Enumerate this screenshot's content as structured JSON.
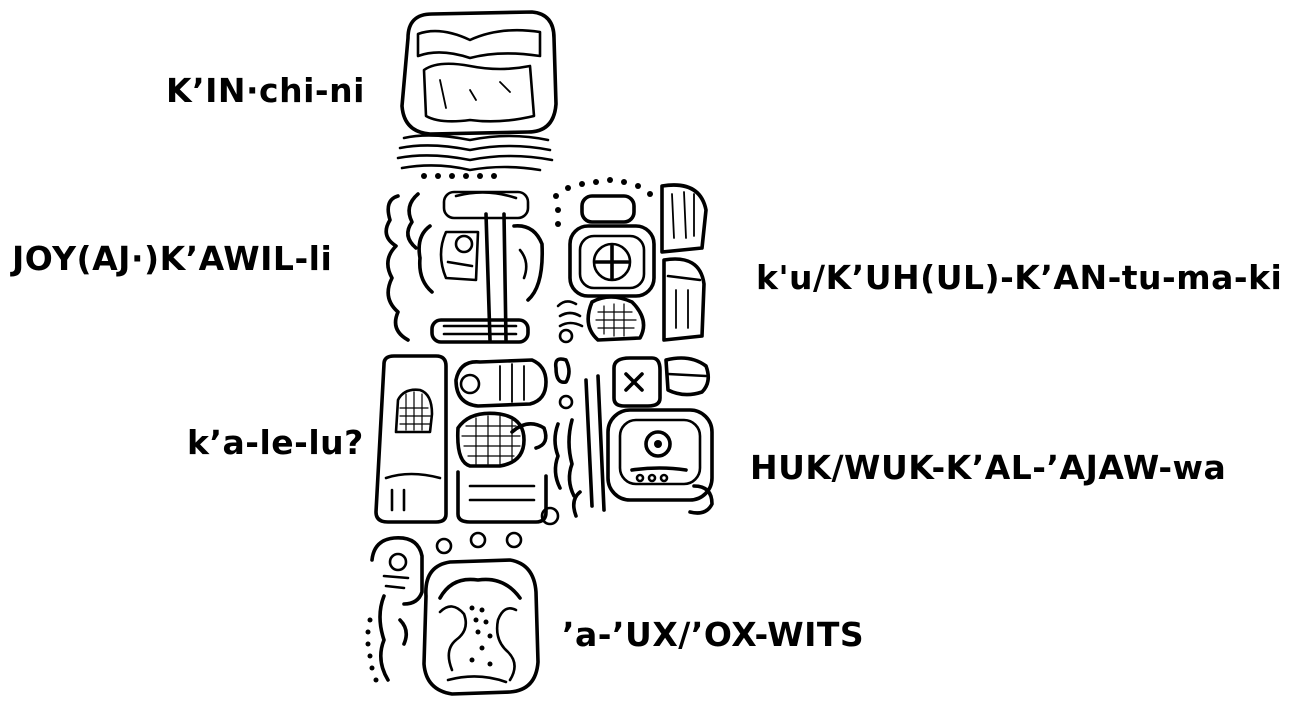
{
  "labels": {
    "kinichini": "K’IN·chi-ni",
    "joy": "JOY(AJ·)K’AWIL-li",
    "kuh": "k'u/K’UH(UL)-K’AN-tu-ma-ki",
    "kalelu": "k’a-le-lu?",
    "huk": "HUK/WUK-K’AL-’AJAW-wa",
    "ux": "’a-’UX/’OX-WITS"
  },
  "colors": {
    "ink": "#000000",
    "paper": "#ffffff"
  }
}
